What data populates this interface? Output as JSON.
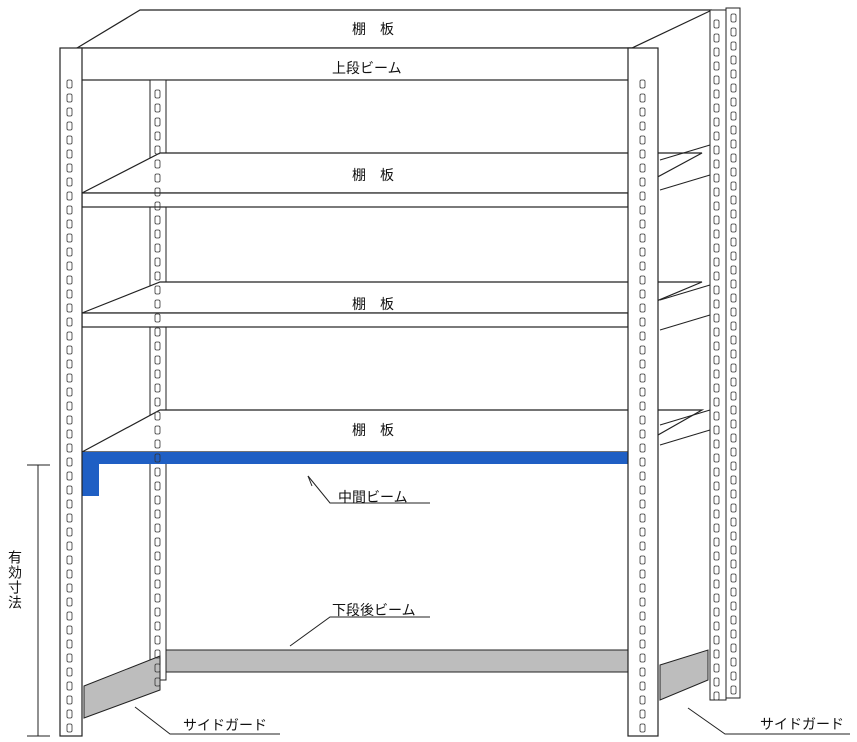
{
  "labels": {
    "top_shelf": "棚　板",
    "upper_beam": "上段ビーム",
    "shelf_2": "棚　板",
    "shelf_3": "棚　板",
    "shelf_4": "棚　板",
    "middle_beam": "中間ビーム",
    "lower_rear_beam": "下段後ビーム",
    "side_guard_left": "サイドガード",
    "side_guard_right": "サイドガード",
    "effective_dimension": "有効寸法"
  },
  "colors": {
    "line": "#222222",
    "highlight_beam": "#1f5fc4",
    "guard_fill": "#bdbdbd",
    "background": "#ffffff"
  }
}
